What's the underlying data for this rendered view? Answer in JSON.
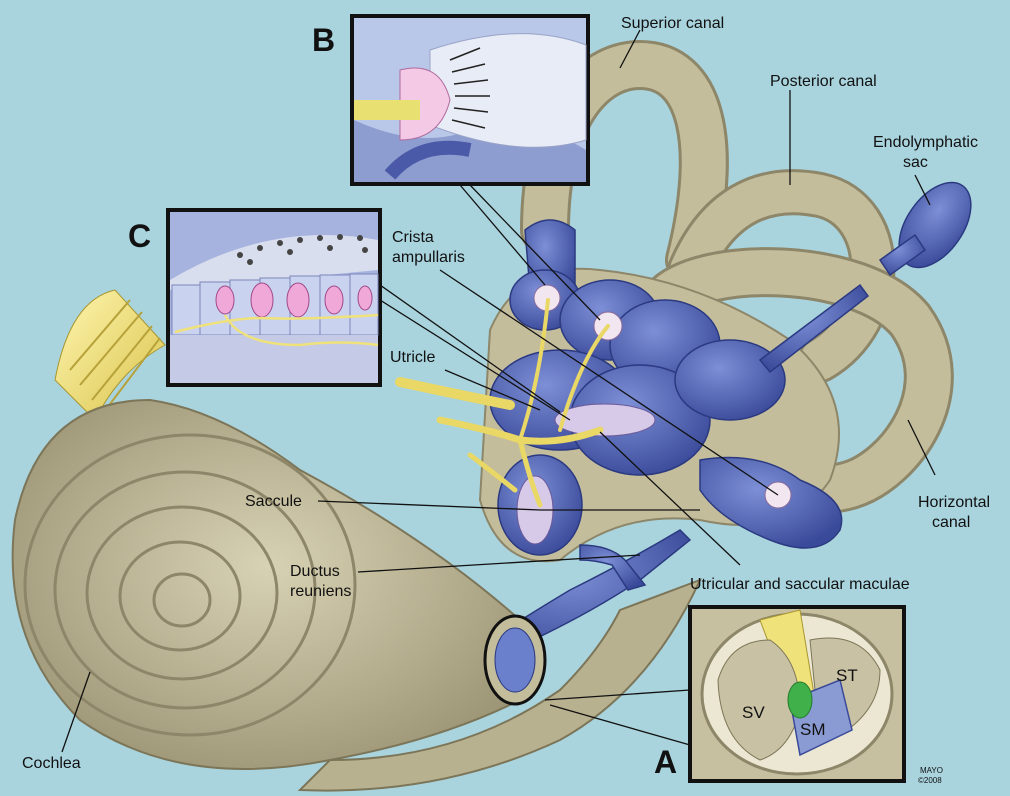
{
  "labels": {
    "superior_canal": "Superior canal",
    "posterior_canal": "Posterior canal",
    "endolymphatic_sac_1": "Endolymphatic",
    "endolymphatic_sac_2": "sac",
    "crista_ampullaris_1": "Crista",
    "crista_ampullaris_2": "ampullaris",
    "utricle": "Utricle",
    "saccule": "Saccule",
    "ductus_reuniens_1": "Ductus",
    "ductus_reuniens_2": "reuniens",
    "utricular_saccular_maculae": "Utricular and saccular maculae",
    "horizontal_canal_1": "Horizontal",
    "horizontal_canal_2": "canal",
    "cochlea": "Cochlea"
  },
  "panels": {
    "a": "A",
    "b": "B",
    "c": "C"
  },
  "cross_section": {
    "sv": "SV",
    "st": "ST",
    "sm": "SM"
  },
  "credit": {
    "line1": "MAYO",
    "line2": "©2008"
  },
  "colors": {
    "background": "#a9d4de",
    "bone": "#c4bd9c",
    "bone_shadow": "#8d8668",
    "membrane": "#5a6fbd",
    "membrane_dark": "#33428c",
    "nerve": "#efe27a",
    "hair_cell": "#e9a0d0"
  }
}
